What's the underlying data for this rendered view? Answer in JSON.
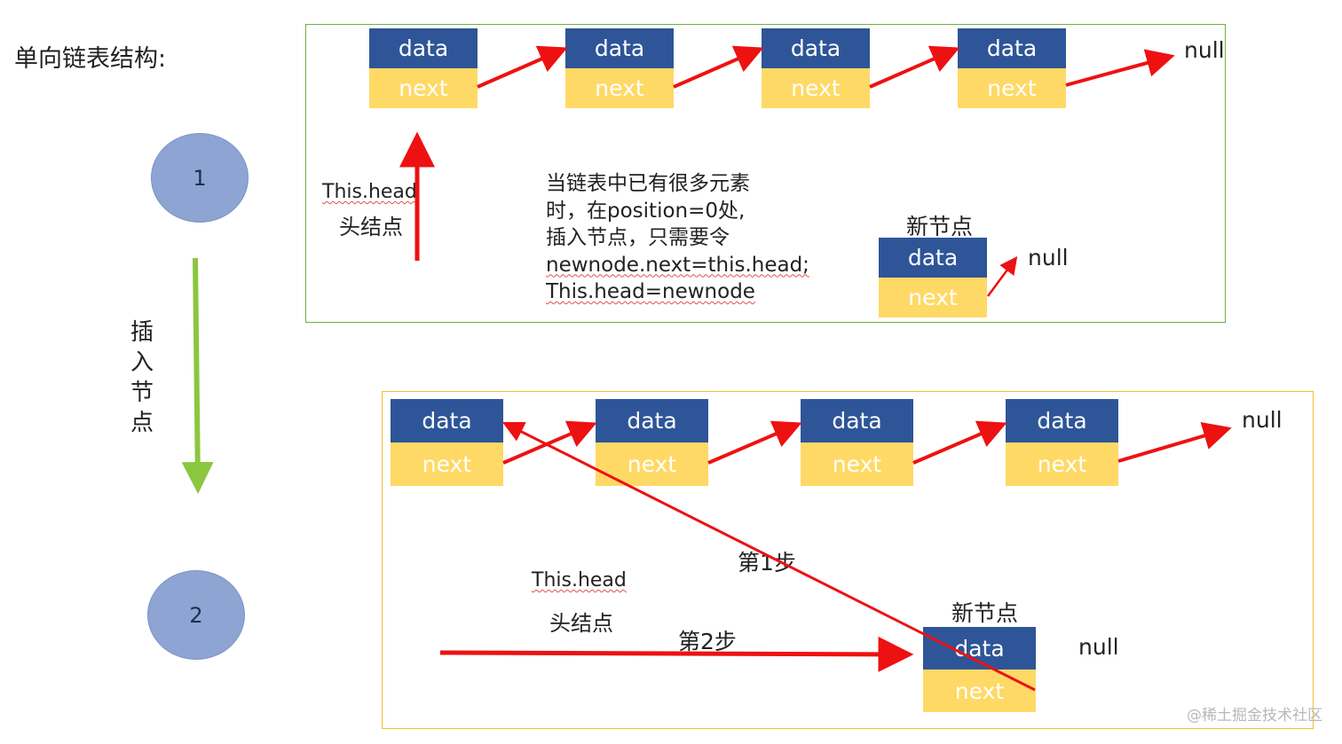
{
  "title": "单向链表结构:",
  "steps": {
    "one": "1",
    "two": "2"
  },
  "insert_label": [
    "插",
    "入",
    "节",
    "点"
  ],
  "node": {
    "data": "data",
    "next": "next"
  },
  "null_label": "null",
  "top": {
    "head_label": "This.head",
    "head_sublabel": "头结点",
    "description": [
      "当链表中已有很多元素",
      "时，在position=0处,",
      "插入节点，只需要令",
      "newnode.next=this.head;",
      "This.head=newnode"
    ],
    "new_node_label": "新节点"
  },
  "bottom": {
    "head_label": "This.head",
    "head_sublabel": "头结点",
    "step1": "第1步",
    "step2": "第2步",
    "new_node_label": "新节点"
  },
  "watermark": "@稀土掘金技术社区",
  "colors": {
    "node_data": "#2e5597",
    "node_next": "#ffd966",
    "arrow": "#ee1111",
    "insert_arrow": "#8cc63f",
    "frame_top": "#6db33f",
    "frame_bottom": "#f0c12c",
    "circle": "#8ea4d2"
  }
}
